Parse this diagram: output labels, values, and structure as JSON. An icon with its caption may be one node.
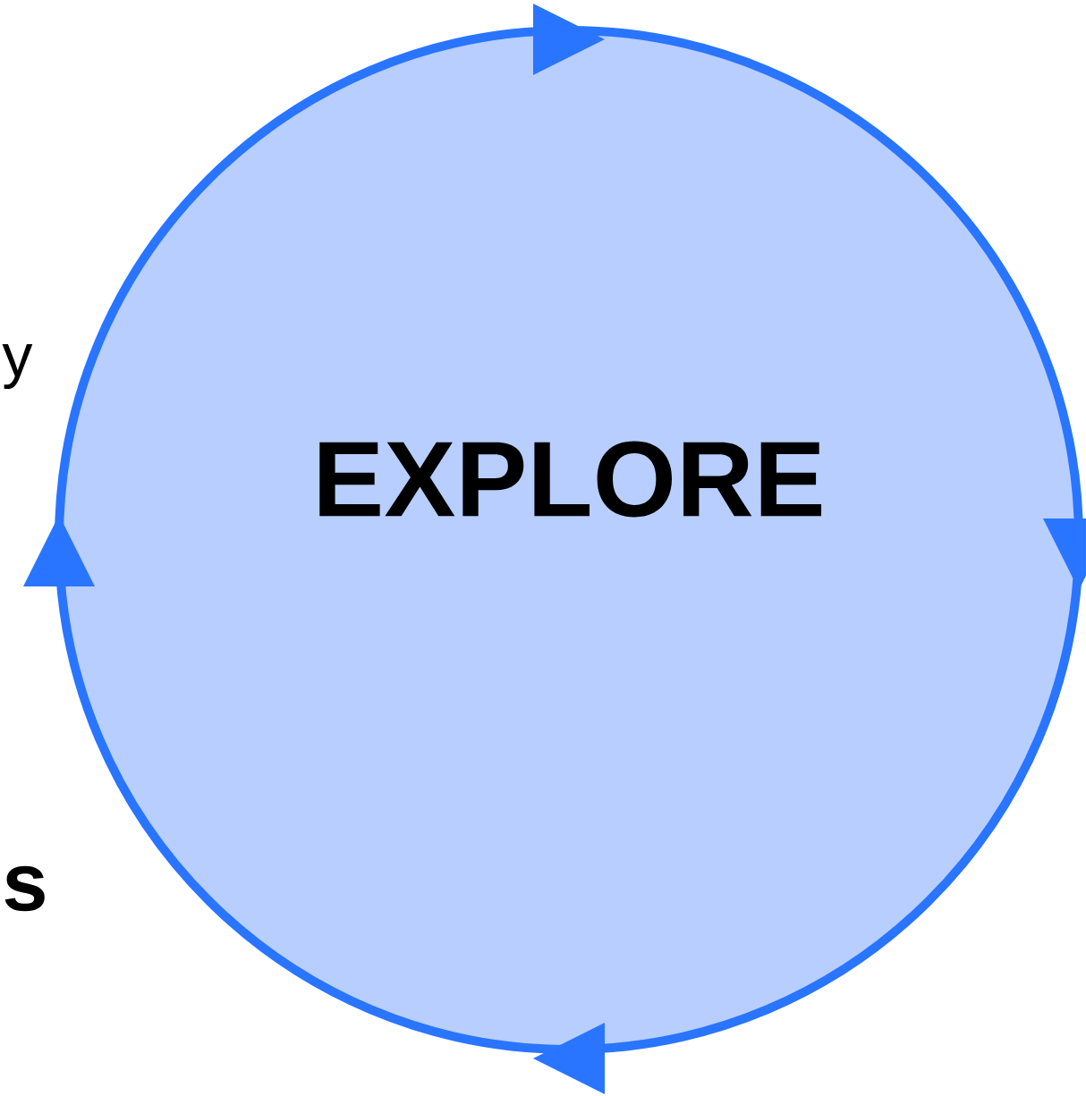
{
  "diagram": {
    "nodes": [
      {
        "text": [
          "EXPLORE"
        ]
      }
    ],
    "labels": [
      "y",
      "s"
    ]
  }
}
